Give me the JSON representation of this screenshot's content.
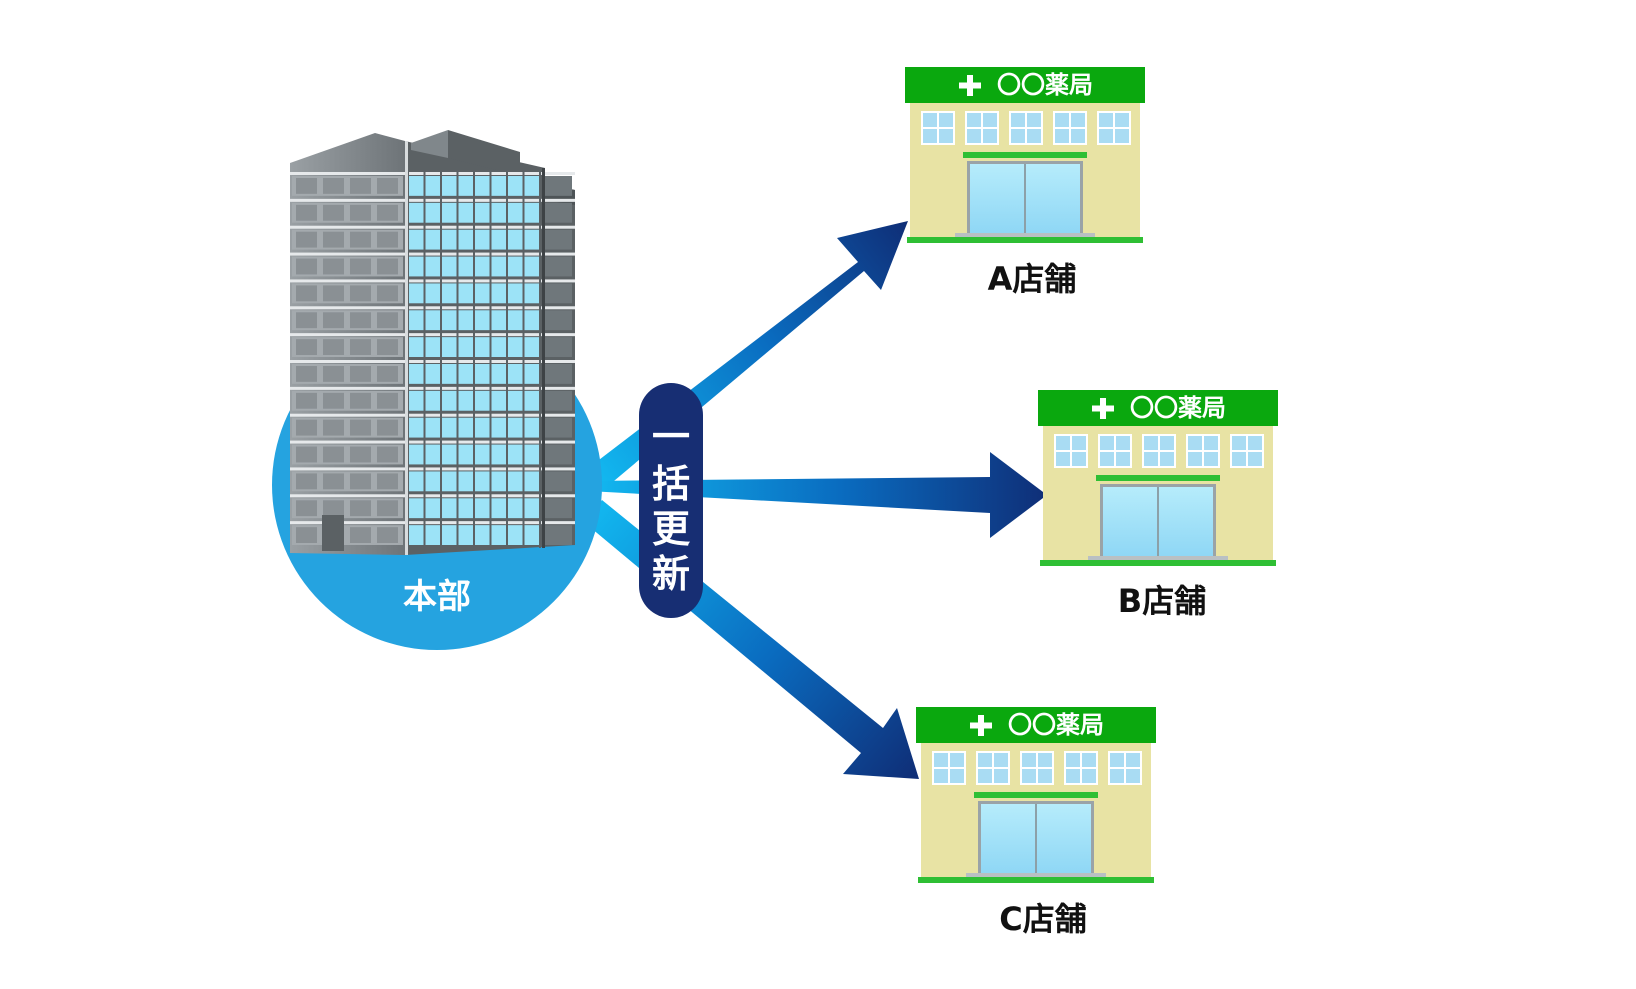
{
  "hq": {
    "label": "本部",
    "circle_color": "#25a3e0"
  },
  "batch": {
    "chars": [
      "一",
      "括",
      "更",
      "新"
    ],
    "pill_color": "#172e73"
  },
  "stores": [
    {
      "sign": "〇〇薬局",
      "label": "A店舗"
    },
    {
      "sign": "〇〇薬局",
      "label": "B店舗"
    },
    {
      "sign": "〇〇薬局",
      "label": "C店舗"
    }
  ],
  "colors": {
    "sign_green": "#0aa80e",
    "facade": "#e8e3a4",
    "glass": "#a9dcf3",
    "arrow_light": "#12b8f0",
    "arrow_dark": "#0f2f78",
    "label_text": "#111111"
  }
}
